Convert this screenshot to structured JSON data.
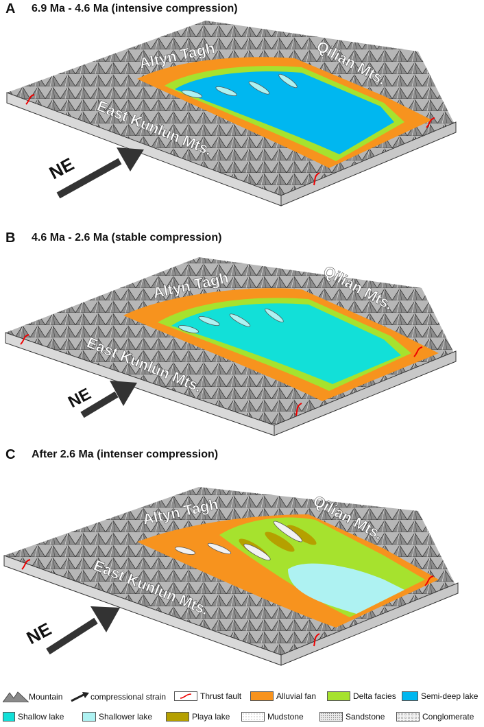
{
  "panels": [
    {
      "letter": "A",
      "title": "6.9 Ma - 4.6 Ma (intensive compression)"
    },
    {
      "letter": "B",
      "title": "4.6 Ma - 2.6 Ma (stable compression)"
    },
    {
      "letter": "C",
      "title": "After 2.6 Ma (intenser compression)"
    }
  ],
  "labels": {
    "altyn": "Altyn Tagh",
    "qilian": "Qilian Mts.",
    "kunlun": "East Kunlun Mts.",
    "ne": "NE"
  },
  "legend": {
    "mountain": "Mountain",
    "strain": "compressional strain",
    "thrust": "Thrust fault",
    "alluvial": "Alluvial fan",
    "delta": "Delta facies",
    "semideep": "Semi-deep lake",
    "shallow": "Shallow lake",
    "shallower": "Shallower lake",
    "playa": "Playa lake",
    "mudstone": "Mudstone",
    "sandstone": "Sandstone",
    "conglomerate": "Conglomerate"
  },
  "colors": {
    "alluvial": "#f7931e",
    "delta": "#a6e22e",
    "semideep": "#00b7f0",
    "shallow": "#12e0d8",
    "shallower": "#aef2f2",
    "playa": "#b5a000",
    "mountain": "#8a8a8a",
    "block_side": "#d9d9d9"
  }
}
